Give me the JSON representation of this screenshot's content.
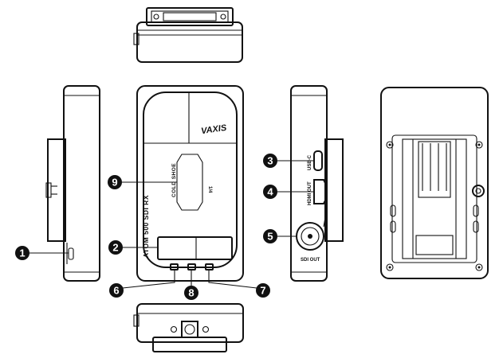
{
  "labels": {
    "brand_logo": "VAXIS",
    "model_name": "ATOM 500 SDI RX",
    "cold_shoe": "COLD SHOE",
    "thread": "1/4",
    "usb_c": "USB-C",
    "hdmi_out": "HDMI OUT",
    "sdi_out": "SDI OUT"
  },
  "callouts": [
    "1",
    "2",
    "3",
    "4",
    "5",
    "6",
    "7",
    "8",
    "9"
  ]
}
